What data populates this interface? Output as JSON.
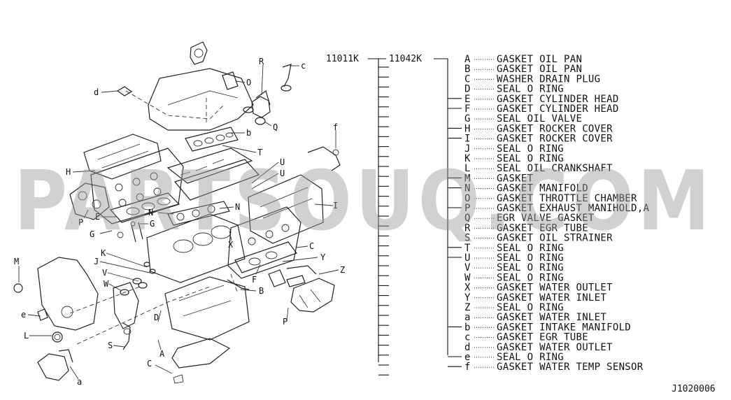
{
  "watermark": "PARTSOUQ.COM",
  "part_numbers": {
    "main": "11011K",
    "sub": "11042K"
  },
  "diagram_id": "J1020006",
  "legend": [
    {
      "letter": "A",
      "name": "GASKET OIL PAN"
    },
    {
      "letter": "B",
      "name": "GASKET OIL PAN"
    },
    {
      "letter": "C",
      "name": "WASHER DRAIN PLUG"
    },
    {
      "letter": "D",
      "name": "SEAL O RING"
    },
    {
      "letter": "E",
      "name": "GASKET CYLINDER HEAD"
    },
    {
      "letter": "F",
      "name": "GASKET CYLINDER HEAD"
    },
    {
      "letter": "G",
      "name": "SEAL OIL VALVE"
    },
    {
      "letter": "H",
      "name": "GASKET ROCKER COVER"
    },
    {
      "letter": "I",
      "name": "GASKET ROCKER COVER"
    },
    {
      "letter": "J",
      "name": "SEAL O RING"
    },
    {
      "letter": "K",
      "name": "SEAL O RING"
    },
    {
      "letter": "L",
      "name": "SEAL OIL CRANKSHAFT"
    },
    {
      "letter": "M",
      "name": "GASKET"
    },
    {
      "letter": "N",
      "name": "GASKET MANIFOLD"
    },
    {
      "letter": "O",
      "name": "GASKET THROTTLE CHAMBER"
    },
    {
      "letter": "P",
      "name": "GASKET EXHAUST MANIHOLD,A"
    },
    {
      "letter": "Q",
      "name": "EGR VALVE GASKET"
    },
    {
      "letter": "R",
      "name": "GASKET EGR TUBE"
    },
    {
      "letter": "S",
      "name": "GASKET OIL STRAINER"
    },
    {
      "letter": "T",
      "name": "SEAL O RING"
    },
    {
      "letter": "U",
      "name": "SEAL O RING"
    },
    {
      "letter": "V",
      "name": "SEAL O RING"
    },
    {
      "letter": "W",
      "name": "SEAL O RING"
    },
    {
      "letter": "X",
      "name": "GASKET WATER OUTLET"
    },
    {
      "letter": "Y",
      "name": "GASKET WATER INLET"
    },
    {
      "letter": "Z",
      "name": "SEAL O RING"
    },
    {
      "letter": "a",
      "name": "GASKET WATER INLET"
    },
    {
      "letter": "b",
      "name": "GASKET INTAKE MANIFOLD"
    },
    {
      "letter": "c",
      "name": "GASKET EGR TUBE"
    },
    {
      "letter": "d",
      "name": "GASKET WATER OUTLET"
    },
    {
      "letter": "e",
      "name": "SEAL O RING"
    },
    {
      "letter": "f",
      "name": "GASKET WATER TEMP SENSOR"
    }
  ],
  "callouts": [
    {
      "text": "H"
    },
    {
      "text": "P"
    },
    {
      "text": "E"
    },
    {
      "text": "G"
    },
    {
      "text": "G"
    },
    {
      "text": "N"
    },
    {
      "text": "N"
    },
    {
      "text": "I"
    },
    {
      "text": "X"
    },
    {
      "text": "C"
    },
    {
      "text": "Y"
    },
    {
      "text": "Z"
    },
    {
      "text": "F"
    },
    {
      "text": "K"
    },
    {
      "text": "J"
    },
    {
      "text": "V"
    },
    {
      "text": "W"
    },
    {
      "text": "B"
    },
    {
      "text": "M"
    },
    {
      "text": "e"
    },
    {
      "text": "L"
    },
    {
      "text": "a"
    },
    {
      "text": "S"
    },
    {
      "text": "D"
    },
    {
      "text": "A"
    },
    {
      "text": "C"
    },
    {
      "text": "P"
    },
    {
      "text": "R"
    },
    {
      "text": "c"
    },
    {
      "text": "O"
    },
    {
      "text": "Q"
    },
    {
      "text": "b"
    },
    {
      "text": "T"
    },
    {
      "text": "U"
    },
    {
      "text": "U"
    },
    {
      "text": "f"
    },
    {
      "text": "d"
    }
  ]
}
